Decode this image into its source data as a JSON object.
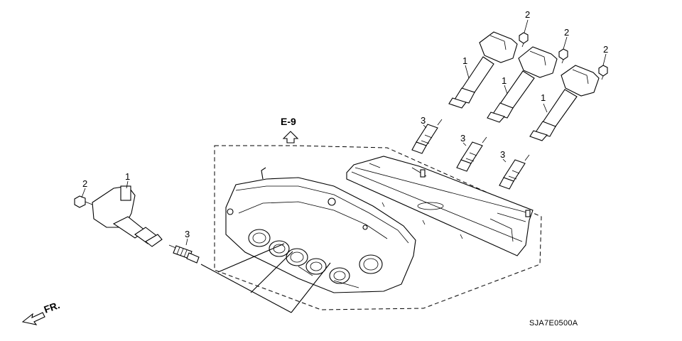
{
  "diagram": {
    "reference": "E-9",
    "front_label": "FR.",
    "part_code": "SJA7E0500A",
    "callouts": {
      "coil_a": "1",
      "coil_b": "1",
      "coil_c": "1",
      "coil_d": "1",
      "bolt_a": "2",
      "bolt_b": "2",
      "bolt_c": "2",
      "bolt_d": "2",
      "plug_a": "3",
      "plug_b": "3",
      "plug_c": "3",
      "plug_d": "3"
    }
  }
}
